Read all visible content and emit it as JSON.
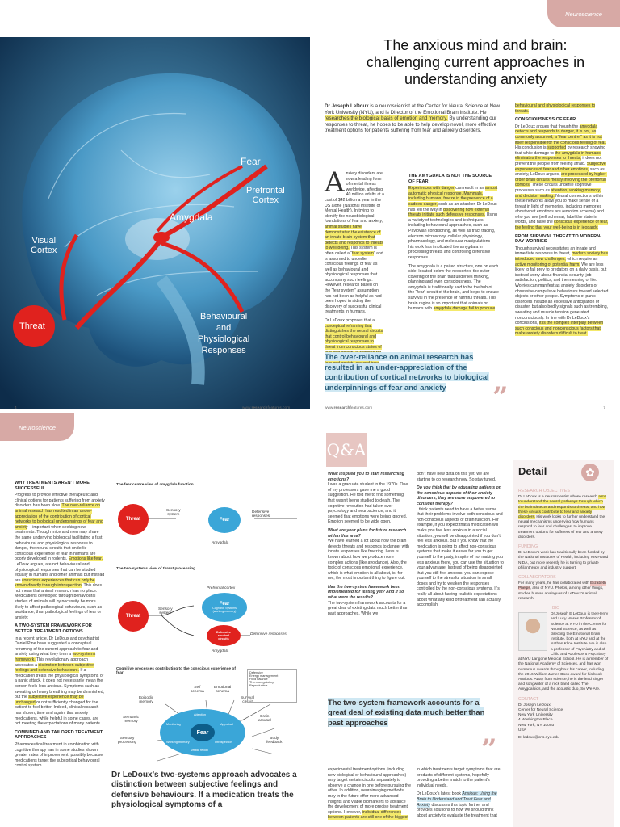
{
  "brain": {
    "labels": {
      "fear": "Fear",
      "prefrontal": "Prefrontal\nCortex",
      "amygdala": "Amygdala",
      "visual": "Visual\nCortex",
      "threat": "Threat",
      "responses": "Behavioural\nand\nPhysiological\nResponses"
    }
  },
  "p1": {
    "folio": "4",
    "url_a": "www.",
    "url_b": "research",
    "url_c": "features.com"
  },
  "p2": {
    "tab": "Neuroscience",
    "title": "The anxious mind and brain: challenging current approaches in understanding anxiety",
    "intro_name": "Dr Joseph LeDoux",
    "intro": " is a neuroscientist at the Center for Neural Science at New York University (NYU), and is Director of the Emotional Brain Institute. He ",
    "intro_hl": "researches the biological basis of emotion and memory.",
    "intro_end": " By understanding our responses to threat, he hopes to be able to help develop novel, more effective treatment options for patients suffering from fear and anxiety disorders.",
    "dropcap": "A",
    "c1_1": "nxiety disorders are now a leading form of mental illness worldwide, affecting 40 million adults at a cost of $42 billion a year in the US alone (National Institute of Mental Health). In trying to identify the neurobiological foundations of fear and anxiety, ",
    "c1_1h": "animal studies have demonstrated the existence of an innate brain system that detects and responds to threats to well-being.",
    "c1_2": " This system is often called a “",
    "c1_2h": "fear system",
    "c1_3": "” and is assumed to underlie conscious feelings of fear as well as behavioural and physiological responses that accompany such feelings. However, research based on the “fear system” assumption has not been as helpful as had been hoped in aiding the discovery of successful clinical treatments in humans.",
    "c1_4": "Dr LeDoux proposes that a ",
    "c1_4h": "conceptual reframing that distinguishes the neural circuits that control behavioural and physiological responses to threat from conscious states of fear and anxiety is required for a deeper understanding of what fear and anxiety are and how they might be more effectively treated.",
    "c2_head": "THE AMYGDALA IS NOT THE SOURCE OF FEAR",
    "c2_1h": "Experiences with danger",
    "c2_1": " can result in an ",
    "c2_1h2": "almost automatic physical response. Mammals, including humans, freeze in the presence of a sudden danger,",
    "c2_2": " such as an attacker. Dr LeDoux has led the way in ",
    "c2_2h": "discovering how external threats initiate such defensive responses.",
    "c2_3": " Using a variety of technologies and techniques – including behavioural approaches, such as Pavlovian conditioning, as well as tract tracing, electron microscopy, cellular physiology, pharmacology, and molecular manipulations – his work has implicated the amygdala in processing threats and controlling defensive responses.",
    "c2_4": "The amygdala is a paired structure, one on each side, located below the neocortex, the outer covering of the brain that underlies thinking, planning and even consciousness. The amygdala is traditionally said to be the hub of the “fear” circuit of the brain, and helps to ensure survival in the presence of harmful threats. This brain region is so important that animals or humans with ",
    "c2_4h": "amygdala damage fail to produce",
    "c3_0h": "behavioural and physiological responses to threats.",
    "c3_head": "CONSCIOUSNESS OF FEAR",
    "c3_1": "Dr LeDoux argues that though the ",
    "c3_1h": "amygdala detects and responds to danger, it is not, as commonly assumed, a “fear centre,” as it is not itself responsible for the conscious feeling of fear.",
    "c3_2": " His conclusion is ",
    "c3_2h": "supported",
    "c3_3": " by research showing that while damage to ",
    "c3_3h": "the amygdala in humans eliminates the responses to threats,",
    "c3_4": " it does not prevent the people from feeling afraid. ",
    "c3_4h": "Subjective experiences of fear and other emotions,",
    "c3_5": " such as anxiety, LeDoux argues, ",
    "c3_5h": "are processed by higher-order brain circuits mostly involving the prefrontal cortices.",
    "c3_6": " These circuits underlie cognitive processes such as ",
    "c3_6h": "attention, working memory, and decision making.",
    "c3_7": " Neural connections within these networks allow you to make sense of a threat in light of memories, including memories about what emotions are (emotion schema) and who you are (self schema), label the state in words, and have the ",
    "c3_7h": "conscious experience of fear, the feeling that your well-being is in jeopardy.",
    "c3_head2": "FROM SURVIVAL THREAT TO MODERN-DAY WORRIES",
    "c3_8": "Though survival necessitates an innate and immediate response to threat, ",
    "c3_8h": "modern society has introduced new challenges,",
    "c3_9": " which require an ",
    "c3_9h": "active monitoring of potential harm.",
    "c3_10": " We are less likely to fall prey to predators on a daily basis, but instead worry about financial security, job satisfaction, politics, and the meaning of life. Worries can manifest as anxiety disorders or obsessive-compulsive behaviours toward selected objects or other people. Symptoms of panic disorders include an excessive anticipation of disaster, but also bodily signals such as trembling, sweating and muscle tension generated nonconsciously. In line with Dr LeDoux’s conclusions, ",
    "c3_10h": "it is the complex interplay between such conscious and nonconscious factors that make anxiety disorders difficult to treat.",
    "pull": "The over-reliance on animal research has resulted in an under-appreciation of the contribution of cortical networks to biological underpinnings of fear and anxiety",
    "quote": "”",
    "url_a": "www.",
    "url_b": "research",
    "url_c": "features.com",
    "folio": "7"
  },
  "p3": {
    "tab": "Neuroscience",
    "h1": "WHY TREATMENTS AREN’T MORE SUCCESSFUL",
    "t1": "Progress to provide effective therapeutic and clinical options for patients suffering from anxiety disorders has been slow. ",
    "t1h": "The over-reliance on animal research has resulted in an under-appreciation of the contribution of cortical networks to biological underpinnings of fear and anxiety",
    "t2": " – important when seeking new treatments. Though mice and men may share the same underlying biological facilitating a fast behavioural and physiological response to danger, the neural circuits that underlie conscious experience of fear in humans are poorly developed in rodents. ",
    "t2h": "Emotions like fear,",
    "t3": " LeDoux argues, are not behavioural and physiological responses that can be studied equally in humans and other animals but instead are ",
    "t3h": "conscious experiences that can only be known directly through introspection.",
    "t4": " This does not mean that animal research has no place. Medications developed through behavioural studies of animals will by necessity be more likely to affect pathological behaviours, such as avoidance, than pathological feelings of fear or anxiety.",
    "h2": "A TWO-SYSTEM FRAMEWORK FOR BETTER TREATMENT OPTIONS",
    "t5": "In a recent article, Dr LeDoux and psychiatrist Daniel Pine have suggested a conceptual reframing of the current approach to fear and anxiety using what they term a ",
    "t5h": "two-systems framework.",
    "t6": " This revolutionary approach advocates a ",
    "t6h": "distinction between subjective feelings and defensive behaviours.",
    "t7": " If a medication treats the physiological symptoms of a panic attack, it does not necessarily mean the person feels less anxious. Symptoms such as sweating or heavy breathing may be diminished, but the ",
    "t7h": "subjective experience may be unchanged",
    "t8": " or not sufficiently changed for the patient to feel better. Indeed, clinical research has shown, time and again, that anxiety medications, while helpful in some cases, are not meeting the expectations of many patients.",
    "h3": "COMBINED AND TAILORED TREATMENT APPROACHES",
    "t9": "Pharmaceutical treatment in combination with cognitive therapy has in some studies shown greater rates of improvement, possibly because medications target the subcortical behavioural control system",
    "diag_t1": "The fear centre view of amygdala function",
    "diag_threat": "Threat",
    "diag_sensory": "Sensory\nsystem",
    "diag_fear": "Fear",
    "diag_defensive": "Defensive\nresponses",
    "diag_amygdala": "Amygdala",
    "diag_t2": "The two-systems view of threat processing",
    "diag_prefrontal": "Prefrontal cortex",
    "diag_fear2": "Fear",
    "diag_fear2_sub": "Cognitive Systems\n(working memory)",
    "diag_defensive2": "Defensive\nsurvival\ncircuits",
    "diag_defresp2": "Defensive responses",
    "diag_sensory2": "Sensory\nsystem",
    "diag_amygdala2": "Amygdala",
    "diag_t3": "Cognitive processes contributing to the conscious experience of fear",
    "diag_episodic": "Episodic\nmemory",
    "diag_self": "Self\nschema",
    "diag_emotional": "Emotional\nschema",
    "diag_survival": "Survival\ncircuit",
    "diag_semantic": "Semantic\nmemory",
    "diag_brainarousal": "Brain\narousal",
    "diag_sensoryproc": "Sensory\nprocessing",
    "diag_bodyfb": "Body\nfeedback",
    "diag_fear3": "Fear",
    "diag_list": [
      "Defensive",
      "Energy management",
      "Fluid balance",
      "Thermoregulatory",
      "Reproductive"
    ],
    "diag_attention": "Attention",
    "diag_monitoring": "Monitoring",
    "diag_appraisal": "Appraisal",
    "diag_working": "Working memory",
    "diag_introspection": "Introspection",
    "diag_verbal": "Verbal report",
    "pull": "Dr LeDoux’s two-systems approach advocates a distinction between subjective feelings and defensive behaviours. If a medication treats the physiological symptoms of a"
  },
  "p4": {
    "logo": "Q&A",
    "q1": "What inspired you to start researching emotions?",
    "a1": "I was a graduate student in the 1970s. One of my professors gave me a good suggestion. He told me to find something that wasn’t being studied to death. The cognitive revolution had taken over psychology and neuroscience, and it seemed that emotions were being ignored. Emotion seemed to be wide open.",
    "q2": "What are your plans for future research within this area?",
    "a2": "We have learned a lot about how the brain detects threats and responds to danger with innate responses like freezing. Less is known about how we produce more complex actions (like avoidance). Also, the topic of conscious emotional experience, which is what emotion is all about, is, for me, the most important thing to figure out.",
    "q3": "Has the two-system framework been implemented for testing yet? And if so what were the results?",
    "a3": "The two-system framework accounts for a great deal of existing data much better than past approaches. While we",
    "b1": "don’t have new data on this yet, we are starting to do research now. So stay tuned.",
    "q4": "Do you think that by educating patients on the conscious aspects of their anxiety disorders, they are more empowered to consider therapy?",
    "a4": "I think patients need to have a better sense that their problems involve both conscious and non-conscious aspects of brain function. For example, if you expect that a medication will make you feel less anxious in a social situation, you will be disappointed if you don’t feel less anxious. But if you know that the medication is going to affect non-conscious systems that make it easier for you to get yourself to the party, in spite of not making you less anxious there, you can use the situation to your advantage. Instead of being disappointed that you still feel anxious, you can expose yourself to the stressful situation in small doses and try to weaken the responses controlled by the non-conscious systems. It’s really all about having realistic expectations about what any kind of treatment can actually accomplish.",
    "pull": "The two-system framework accounts for a great deal of existing data much better than past approaches",
    "quote": "”",
    "bottom1": "experimental treatment options (including new biological or behavioural approaches) may target certain circuits separately to observe a change in one before pursuing the other. In addition, neuroimaging methods may in the future offer more advanced insights and viable biomarkers to advance the development of more precise treatment options. However, ",
    "bottom1h": "individual differences between patients are still one of the biggest",
    "bottom2": "in which treatments target symptoms that are products of different systems, hopefully providing a better match to the patient’s individual needs.",
    "bottom3": "Dr LeDoux’s latest book ",
    "bottom3h": "Anxious: Using the Brain to Understand and Treat Fear and Anxiety",
    "bottom4": " discusses this topic further and provides solutions to how we should think about anxiety to evaluate the treatment that",
    "detail": {
      "title": "Detail",
      "obj_h": "RESEARCH OBJECTIVES",
      "obj1": "Dr LeDoux is a neuroscientist whose research ",
      "obj1h": "aims to understand the neural pathways through which the brain detects and responds to threats, and how these circuits contribute to fear and anxiety disorders.",
      "obj2": " His work looks to further understand the neural mechanisms underlying how humans respond to fear and challenges, to improve treatment options for sufferers of fear and anxiety disorders.",
      "fund_h": "FUNDING",
      "fund": "Dr LeDoux’s work has traditionally been funded by the National Institutes of Health, including NIMH and NIDA, but more recently he is turning to private philanthropy and industry support.",
      "coll_h": "COLLABORATORS",
      "coll1": "For many years, he has collaborated with ",
      "coll1h": "Elizabeth Phelps",
      "coll2": ", also of NYU. Phelps, among other things, studies human analogues of LeDoux’s animal research.",
      "bio_h": "BIO",
      "bio": "Dr Joseph E LeDoux is the Henry and Lucy Moses Professor of Science at NYU in the Center for Neural Science, as well as directing the Emotional Brain Institute, both at NYU and at the Nathan Kline Institute. He is also a professor of Psychiatry and of Child and Adolescent Psychiatry at NYU Langone Medical School. He is a member of the National Academy of Sciences, and has won numerous awards throughout his career, including the 2016 William James Book award for his book Anxious. Away from science, he is the lead singer and songwriter of a rock band called The Amygdaloids, and the acoustic duo, So We Are.",
      "contact_h": "CONTACT",
      "contact": [
        "Dr Joseph LeDoux",
        "Center for Neural Science",
        "New York University",
        "4 Washington Place",
        "New York, NY 10003",
        "USA"
      ],
      "email": "E: ledoux@cns.nyu.edu"
    }
  },
  "colors": {
    "accent": "#d7a9a5",
    "highlight": "#f4e96b",
    "blue": "#2a5d7a",
    "red": "#e0221e"
  }
}
